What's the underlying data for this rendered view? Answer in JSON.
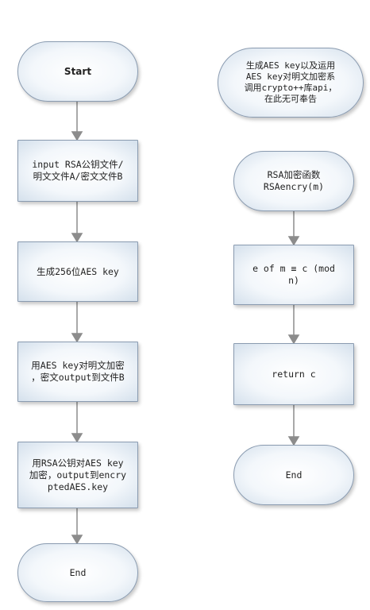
{
  "left_flow": {
    "start": "Start",
    "step1": "input RSA公钥文件/\n明文文件A/密文文件B",
    "step2": "生成256位AES key",
    "step3": "用AES key对明文加密\n，密文output到文件B",
    "step4": "用RSA公钥对AES key\n加密，output到encry\nptedAES.key",
    "end": "End"
  },
  "right_flow": {
    "note": "生成AES key以及运用\nAES key对明文加密系\n调用crypto++库api，\n在此无可奉告",
    "start": "RSA加密函数\nRSAencry(m)",
    "step1": "e of m ≡ c (mod\nn)",
    "step2": "return c",
    "end": "End"
  }
}
